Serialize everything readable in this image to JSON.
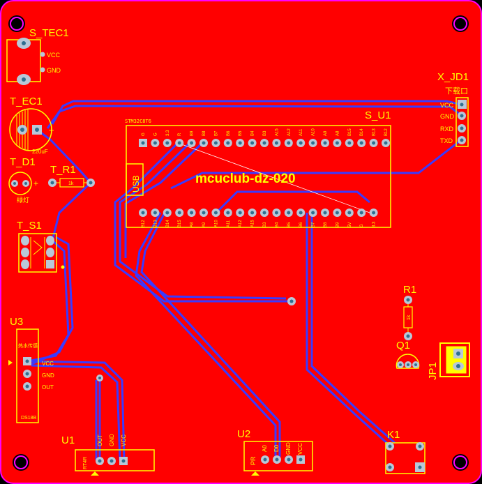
{
  "board": {
    "title": "mcuclub-dz-020",
    "colors": {
      "copper": "#ff0000",
      "outline": "#ff00ff",
      "silk": "#ffff00",
      "trace": "#3a3aff",
      "pad": "#b8c8d8",
      "hole": "#2f6f8f",
      "background": "#000000"
    }
  },
  "components": {
    "s_tec1": {
      "ref": "S_TEC1",
      "pin1": "VCC",
      "pin2": "GND"
    },
    "t_ec1": {
      "ref": "T_EC1",
      "value": "220uF",
      "plus": "+"
    },
    "t_d1": {
      "ref": "T_D1",
      "label": "绿灯",
      "plus": "+"
    },
    "t_r1": {
      "ref": "T_R1",
      "value": "1k"
    },
    "t_s1": {
      "ref": "T_S1"
    },
    "u3": {
      "ref": "U3",
      "pins": [
        "VCC",
        "GND",
        "OUT"
      ],
      "body_label": "热水传感",
      "bottom_label": "DS18B"
    },
    "u1": {
      "ref": "U1",
      "pins": [
        "OUT",
        "GND",
        "VCC"
      ],
      "side_label": "RT4R"
    },
    "u2": {
      "ref": "U2",
      "pins": [
        "PR",
        "A0",
        "D0",
        "GND",
        "VCC"
      ]
    },
    "k1": {
      "ref": "K1"
    },
    "r1": {
      "ref": "R1",
      "value": "1k"
    },
    "q1": {
      "ref": "Q1"
    },
    "jp1": {
      "ref": "JP1"
    },
    "s_u1": {
      "ref": "S_U1",
      "usb": "USB",
      "top_label": "STM32C8T6",
      "top_pins": [
        "G",
        "G",
        "3.3",
        "R",
        "B9",
        "B8",
        "B7",
        "B6",
        "B5",
        "B4",
        "B3",
        "A15",
        "A12",
        "A11",
        "A10",
        "A9",
        "A8",
        "B15",
        "B14",
        "B13",
        "B12"
      ],
      "bottom_pins": [
        "B12",
        "B13",
        "B14",
        "B15",
        "A8",
        "A9",
        "A10",
        "A11",
        "A12",
        "A15",
        "B3",
        "B4",
        "B5",
        "B6",
        "B7",
        "B8",
        "B9",
        "5V",
        "G",
        "3.3"
      ]
    },
    "x_jd1": {
      "ref": "X_JD1",
      "title": "下载口",
      "pins": [
        "VCC",
        "GND",
        "RXD",
        "TXD"
      ]
    }
  }
}
